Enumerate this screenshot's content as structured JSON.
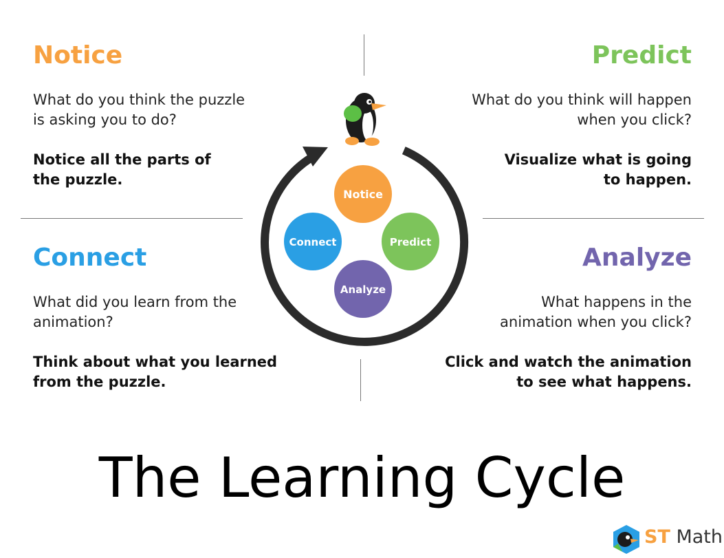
{
  "title": "The Learning Cycle",
  "colors": {
    "notice": "#f7a141",
    "predict": "#7dc45b",
    "connect": "#2a9fe4",
    "analyze": "#7265ad",
    "arrow": "#2b2b2b"
  },
  "sections": {
    "notice": {
      "heading": "Notice",
      "question": "What do you think the puzzle is asking you to do?",
      "tip": "Notice all the parts of the puzzle."
    },
    "predict": {
      "heading": "Predict",
      "question": "What do you think will happen when you click?",
      "tip": "Visualize what is going to happen."
    },
    "connect": {
      "heading": "Connect",
      "question": "What did you learn from the animation?",
      "tip": "Think about what you learned from the puzzle."
    },
    "analyze": {
      "heading": "Analyze",
      "question": "What happens in the animation when you click?",
      "tip": "Click and watch the animation to see what happens."
    }
  },
  "cycle": {
    "notice": "Notice",
    "predict": "Predict",
    "connect": "Connect",
    "analyze": "Analyze"
  },
  "logo": {
    "st": "ST",
    "math": "Math"
  }
}
